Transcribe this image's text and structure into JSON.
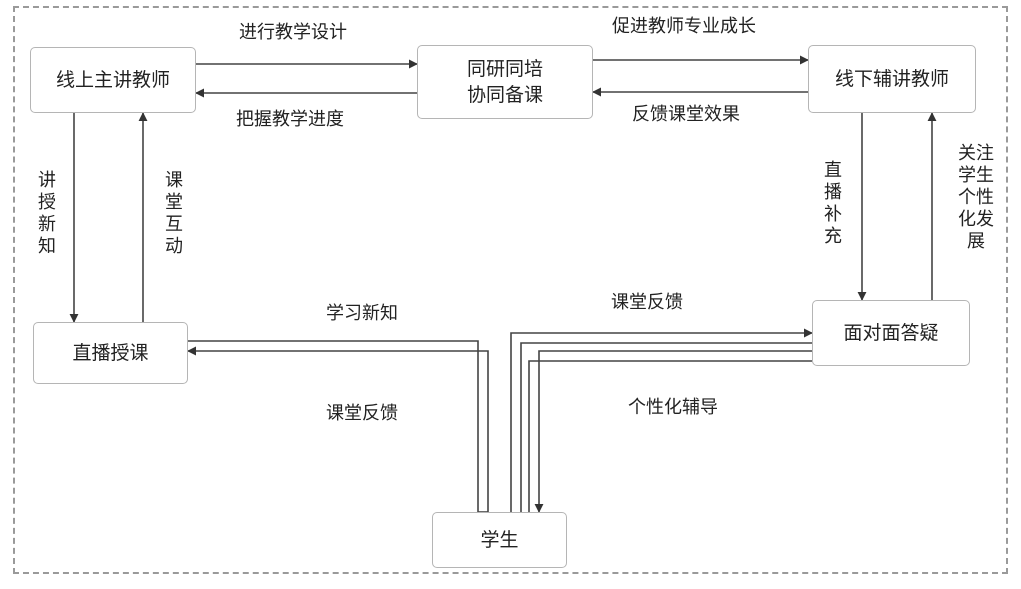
{
  "nodes": {
    "online_teacher": "线上主讲教师",
    "co_prep": "同研同培\n协同备课",
    "offline_teacher": "线下辅讲教师",
    "live_lecture": "直播授课",
    "face_qa": "面对面答疑",
    "students": "学生"
  },
  "edges": {
    "design_teaching": "进行教学设计",
    "grasp_progress": "把握教学进度",
    "promote_growth": "促进教师专业成长",
    "feedback_effect": "反馈课堂效果",
    "teach_new": "讲授新知",
    "class_interaction": "课堂互动",
    "live_supplement": "直播补充",
    "focus_development": "关注学生个性化发展",
    "learn_new": "学习新知",
    "class_feedback_left": "课堂反馈",
    "class_feedback_right": "课堂反馈",
    "personal_tutoring": "个性化辅导"
  }
}
